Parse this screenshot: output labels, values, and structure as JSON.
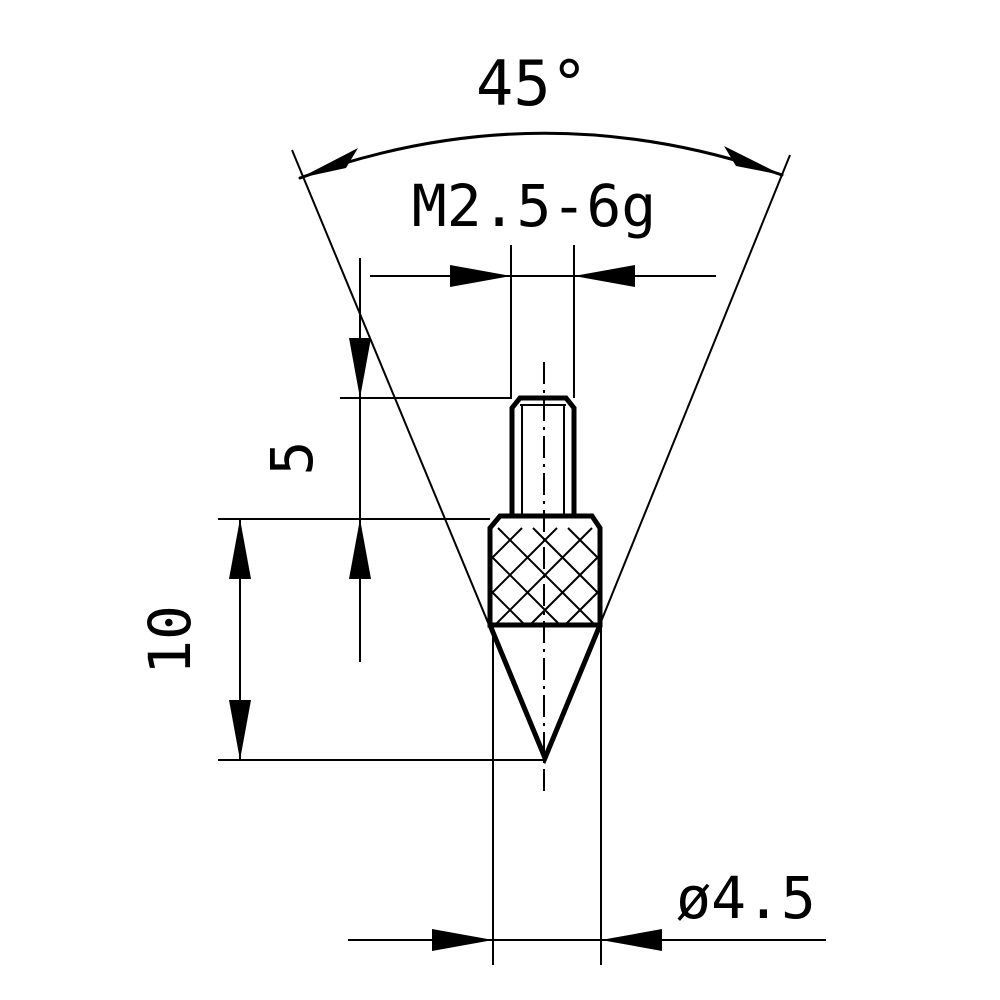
{
  "dimensions": {
    "angle": "45°",
    "thread": "M2.5-6g",
    "thread_length": "5",
    "body_length": "10",
    "diameter": "ø4.5"
  }
}
